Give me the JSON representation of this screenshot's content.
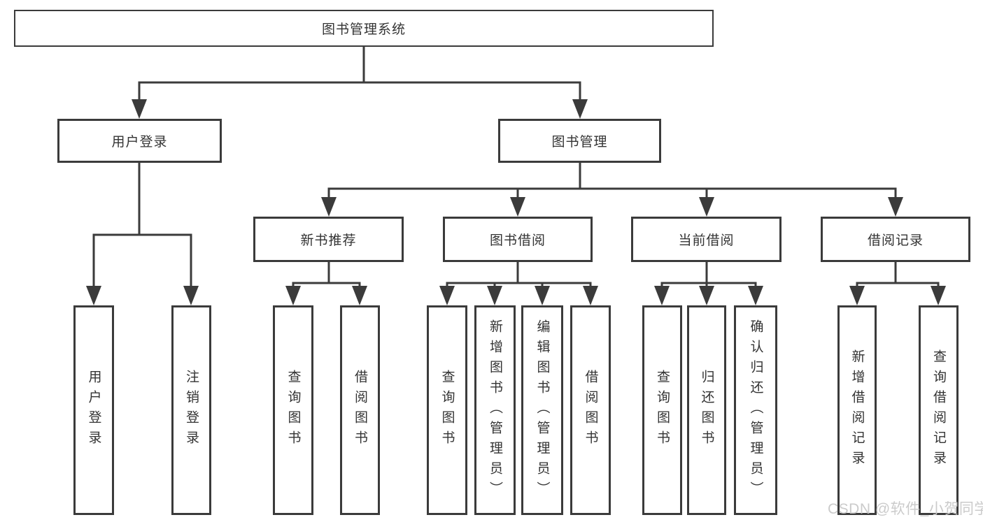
{
  "tree": {
    "root": {
      "label": "图书管理系统"
    },
    "level2": [
      {
        "label": "用户登录",
        "children": [
          {
            "label": "用户登录"
          },
          {
            "label": "注销登录"
          }
        ]
      },
      {
        "label": "图书管理",
        "children": [
          {
            "label": "新书推荐",
            "children": [
              {
                "label": "查询图书"
              },
              {
                "label": "借阅图书"
              }
            ]
          },
          {
            "label": "图书借阅",
            "children": [
              {
                "label": "查询图书"
              },
              {
                "label": "新增图书（管理员）"
              },
              {
                "label": "编辑图书（管理员）"
              },
              {
                "label": "借阅图书"
              }
            ]
          },
          {
            "label": "当前借阅",
            "children": [
              {
                "label": "查询图书"
              },
              {
                "label": "归还图书"
              },
              {
                "label": "确认归还（管理员）"
              }
            ]
          },
          {
            "label": "借阅记录",
            "children": [
              {
                "label": "新增借阅记录"
              },
              {
                "label": "查询借阅记录"
              }
            ]
          }
        ]
      }
    ]
  },
  "watermark": "CSDN @软件_小贺同学",
  "colors": {
    "line": "#3b3b3b",
    "border": "#3b3b3b",
    "text": "#333333",
    "watermark": "#c9c9c9",
    "background": "#ffffff"
  }
}
